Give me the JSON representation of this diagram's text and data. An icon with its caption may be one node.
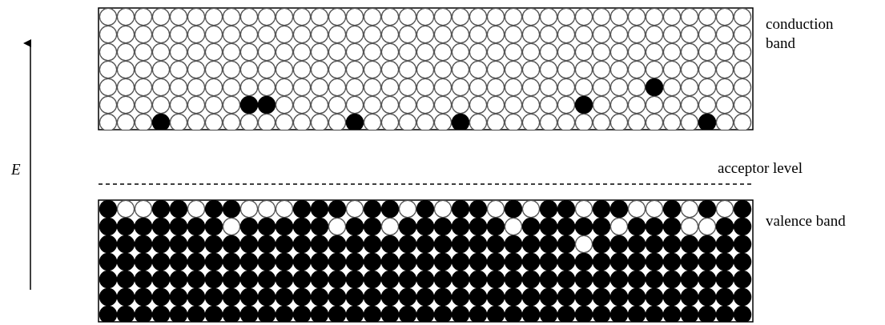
{
  "diagram": {
    "labels": [
      "conduction band",
      "E",
      "acceptor level",
      "valence band"
    ]
  }
}
